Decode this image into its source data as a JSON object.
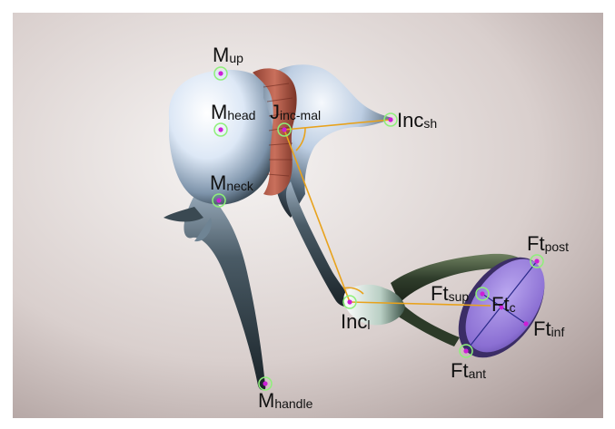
{
  "labels": {
    "m_up": {
      "main": "M",
      "sub": "up"
    },
    "m_head": {
      "main": "M",
      "sub": "head"
    },
    "j_inc_mal": {
      "main": "J",
      "sub": "inc-mal"
    },
    "inc_sh": {
      "main": "Inc",
      "sub": "sh"
    },
    "m_neck": {
      "main": "M",
      "sub": "neck"
    },
    "ft_post": {
      "main": "Ft",
      "sub": "post"
    },
    "ft_sup": {
      "main": "Ft",
      "sub": "sup"
    },
    "ft_c": {
      "main": "Ft",
      "sub": "c"
    },
    "inc_l": {
      "main": "Inc",
      "sub": "l"
    },
    "ft_inf": {
      "main": "Ft",
      "sub": "inf"
    },
    "ft_ant": {
      "main": "Ft",
      "sub": "ant"
    },
    "m_handle": {
      "main": "M",
      "sub": "handle"
    }
  },
  "colors": {
    "background_light": "#f4f1f0",
    "background_dark": "#a89a98",
    "bone_light": "#f2f6fb",
    "bone_dark": "#1e2a30",
    "joint": "#b55a48",
    "stapes_crus": "#2e3a2a",
    "footplate": "#8a6fd0",
    "landmark_line": "#e8a21c",
    "landmark_point": "#cc1fd6",
    "landmark_ring": "#8ef07a"
  }
}
